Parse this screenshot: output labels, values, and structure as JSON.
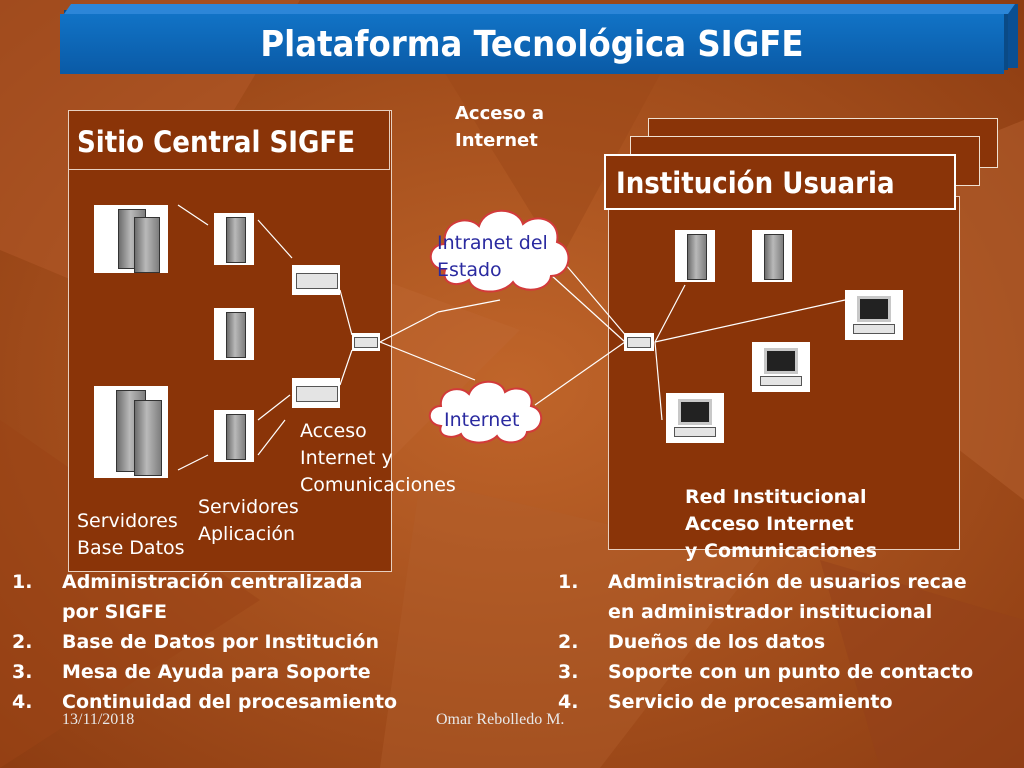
{
  "title": "Plataforma Tecnológica SIGFE",
  "site": {
    "header": "Sitio Central SIGFE",
    "label_db": [
      "Servidores",
      "Base Datos"
    ],
    "label_app": [
      "Servidores",
      "Aplicación"
    ],
    "label_access": [
      "Acceso",
      "Internet y",
      "Comunicaciones"
    ]
  },
  "internet_access": [
    "Acceso a",
    "Internet"
  ],
  "clouds": {
    "intranet": [
      "Intranet del",
      "Estado"
    ],
    "internet": "Internet"
  },
  "institution": {
    "header": "Institución Usuaria",
    "network_label": [
      "Red Institucional",
      "Acceso Internet",
      "y Comunicaciones"
    ]
  },
  "left_list": [
    {
      "num": "1.",
      "text": [
        "Administración centralizada",
        "por SIGFE"
      ]
    },
    {
      "num": "2.",
      "text": [
        "Base de Datos por Institución"
      ]
    },
    {
      "num": "3.",
      "text": [
        "Mesa de Ayuda para Soporte"
      ]
    },
    {
      "num": "4.",
      "text": [
        "Continuidad del procesamiento"
      ]
    }
  ],
  "right_list": [
    {
      "num": "1.",
      "text": [
        "Administración de usuarios recae",
        "en administrador institucional"
      ]
    },
    {
      "num": "2.",
      "text": [
        "Dueños de los datos"
      ]
    },
    {
      "num": "3.",
      "text": [
        "Soporte con un punto de contacto"
      ]
    },
    {
      "num": "4.",
      "text": [
        "Servicio de procesamiento"
      ]
    }
  ],
  "footer": {
    "date": "13/11/2018",
    "author": "Omar Rebolledo M."
  },
  "colors": {
    "background": "#a8501f",
    "box": "#8a3408",
    "banner": "#0f6cc0",
    "cloud_text": "#2a2aa0"
  }
}
